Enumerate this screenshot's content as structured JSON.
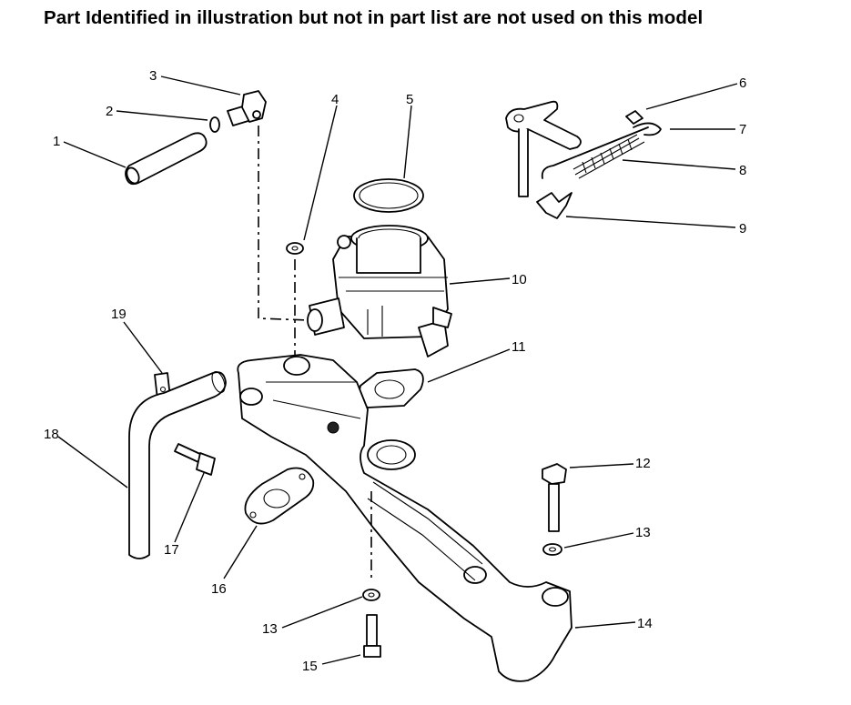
{
  "header": {
    "title": "Part Identified in illustration but not in part list are not used on this model"
  },
  "callouts": [
    {
      "id": "1",
      "label": "1"
    },
    {
      "id": "2",
      "label": "2"
    },
    {
      "id": "3",
      "label": "3"
    },
    {
      "id": "4",
      "label": "4"
    },
    {
      "id": "5",
      "label": "5"
    },
    {
      "id": "6",
      "label": "6"
    },
    {
      "id": "7",
      "label": "7"
    },
    {
      "id": "8",
      "label": "8"
    },
    {
      "id": "9",
      "label": "9"
    },
    {
      "id": "10",
      "label": "10"
    },
    {
      "id": "11",
      "label": "11"
    },
    {
      "id": "12",
      "label": "12"
    },
    {
      "id": "13a",
      "label": "13"
    },
    {
      "id": "13b",
      "label": "13"
    },
    {
      "id": "14",
      "label": "14"
    },
    {
      "id": "15",
      "label": "15"
    },
    {
      "id": "16",
      "label": "16"
    },
    {
      "id": "17",
      "label": "17"
    },
    {
      "id": "18",
      "label": "18"
    },
    {
      "id": "19",
      "label": "19"
    }
  ]
}
